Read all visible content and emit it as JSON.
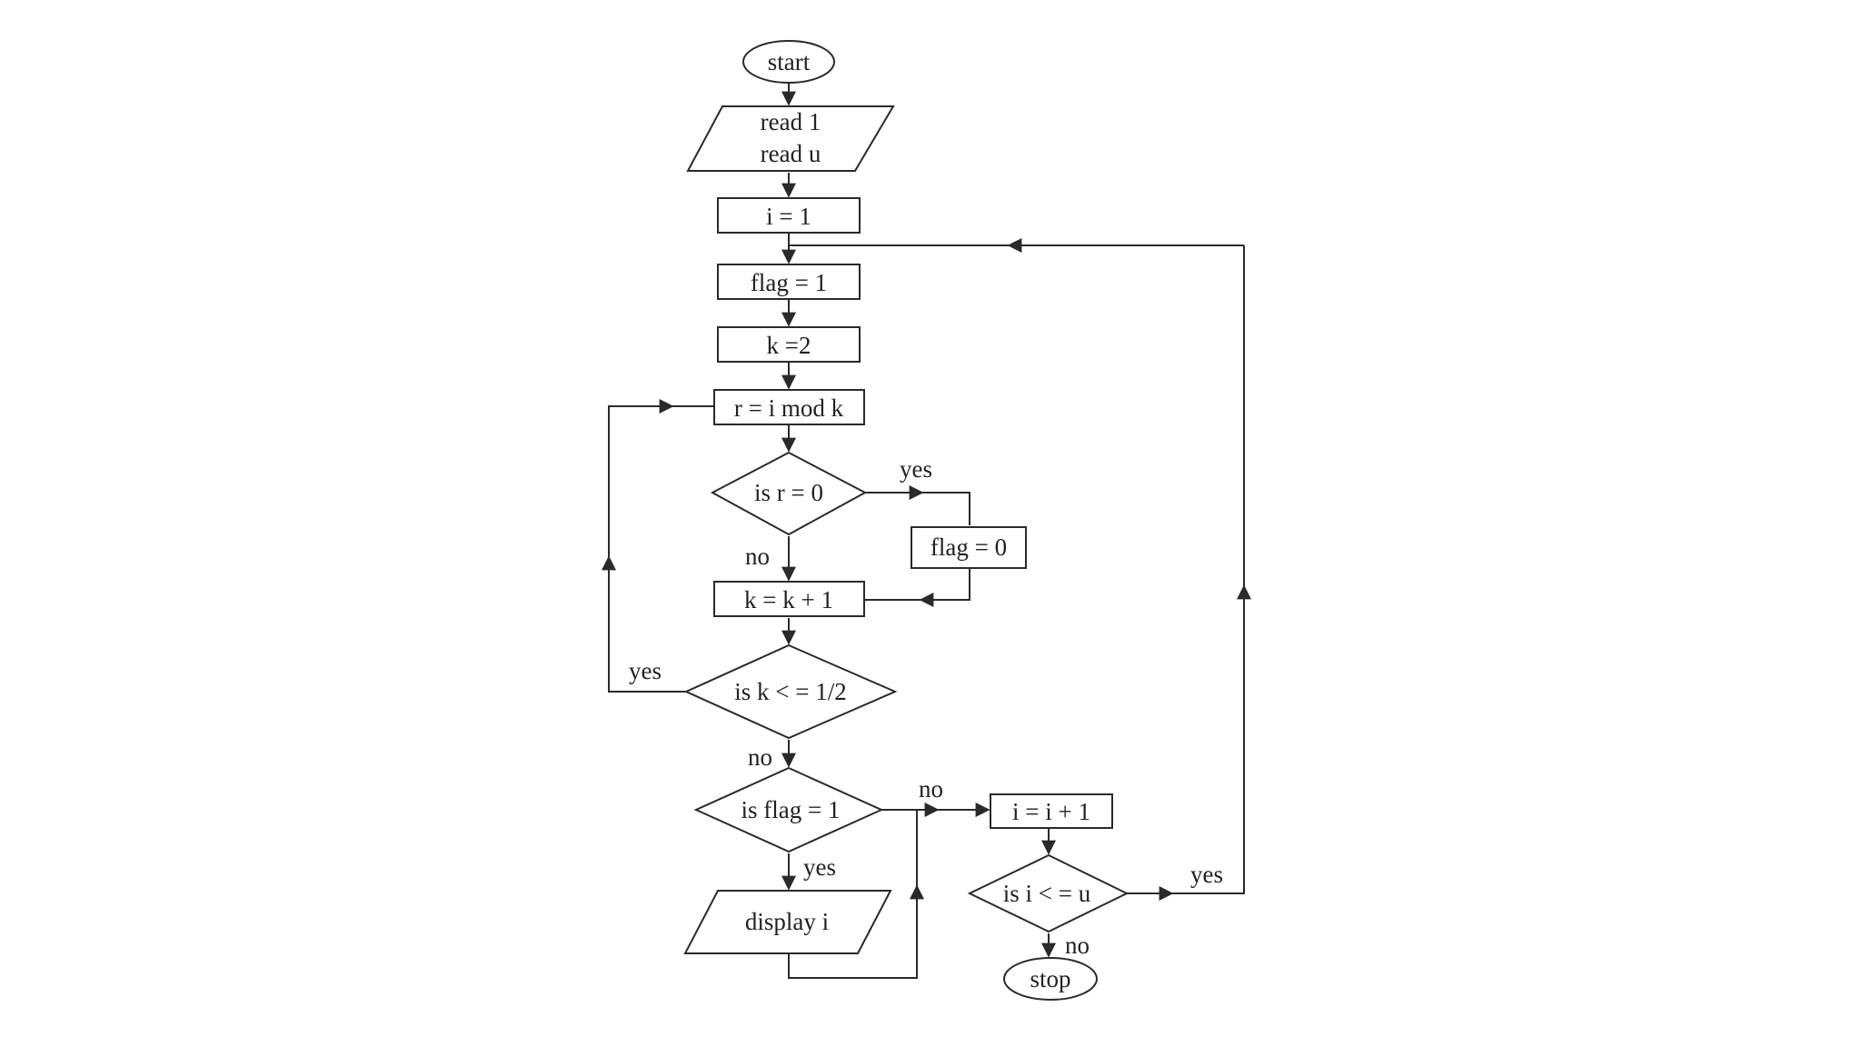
{
  "flowchart": {
    "nodes": {
      "start": "start",
      "read_l": "read 1",
      "read_u": "read u",
      "init_i": "i = 1",
      "init_flag": "flag = 1",
      "init_k": "k =2",
      "mod": "r = i mod k",
      "test_r": "is r = 0",
      "set_flag0": "flag = 0",
      "inc_k": "k = k + 1",
      "test_k": "is k < = 1/2",
      "test_flag": "is flag = 1",
      "display": "display i",
      "inc_i": "i = i + 1",
      "test_i": "is i < = u",
      "stop": "stop"
    },
    "edge_labels": {
      "r_yes": "yes",
      "r_no": "no",
      "k_yes": "yes",
      "k_no": "no",
      "flag_no": "no",
      "flag_yes": "yes",
      "i_yes": "yes",
      "i_no": "no"
    }
  }
}
